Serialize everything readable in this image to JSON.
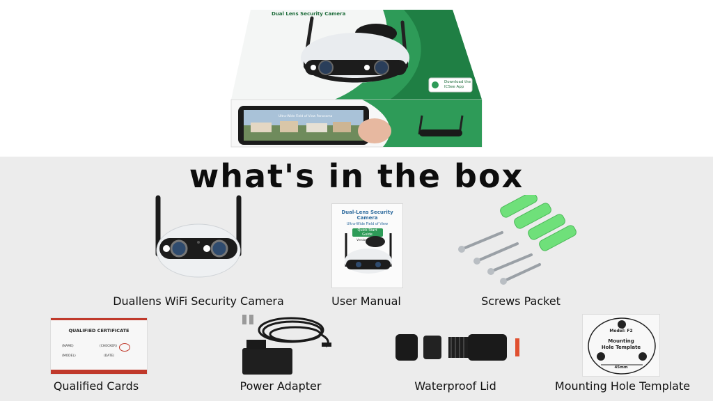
{
  "product_box": {
    "title": "Dual Lens Security Camera",
    "app_badge": "Download the ICSee App",
    "phone_screen_text": "Ultra-Wide Field of View Panorama",
    "brand_green": "#2e9b58"
  },
  "heading": "what's in the box",
  "items": [
    {
      "label": "Duallens WiFi Security Camera",
      "icon": "camera-icon"
    },
    {
      "label": "User Manual",
      "icon": "manual-icon",
      "manual_title": "Dual-Lens Security Camera",
      "manual_subtitle": "Ultra-Wide Field of View",
      "manual_badge": "Quick Start Guide",
      "manual_version": "Version HX23.2"
    },
    {
      "label": "Screws Packet",
      "icon": "screws-icon",
      "anchor_color": "#6fe07a"
    },
    {
      "label": "Qualified Cards",
      "icon": "certificate-icon",
      "card_title": "QUALIFIED CERTIFICATE",
      "field_name": "(NAME)",
      "field_checker": "(CHECKER)",
      "field_model": "(MODEL)",
      "field_date": "(DATE)"
    },
    {
      "label": "Power Adapter",
      "icon": "power-adapter-icon"
    },
    {
      "label": "Waterproof Lid",
      "icon": "waterproof-lid-icon"
    },
    {
      "label": "Mounting Hole Template",
      "icon": "template-icon",
      "model_text": "Model: F2",
      "template_title_1": "Mounting",
      "template_title_2": "Hole Template",
      "dimension_text": "45mm"
    }
  ]
}
